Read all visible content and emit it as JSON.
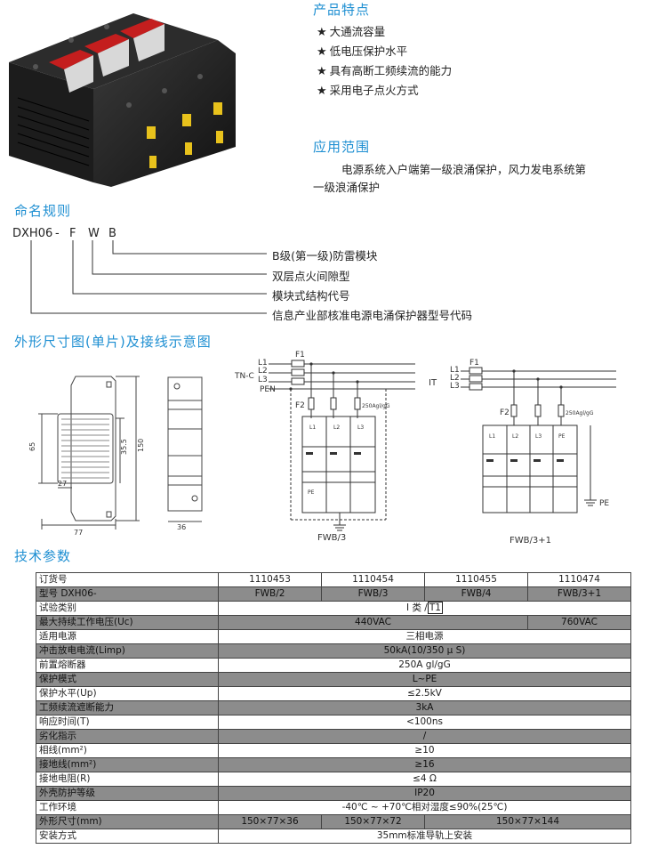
{
  "features": {
    "title": "产品特点",
    "star": "★",
    "items": [
      "大通流容量",
      "低电压保护水平",
      "具有高断工频续流的能力",
      "采用电子点火方式"
    ]
  },
  "application": {
    "title": "应用范围",
    "line1": "电源系统入户端第一级浪涌保护，风力发电系统第",
    "line2": "一级浪涌保护"
  },
  "naming": {
    "title": "命名规则",
    "code": {
      "base": "DXH06",
      "dash": "-",
      "f": "F",
      "w": "W",
      "b": "B"
    },
    "items": [
      "B级(第一级)防雷模块",
      "双层点火间隙型",
      "模块式结构代号",
      "信息产业部核准电源电涌保护器型号代码"
    ]
  },
  "drawing": {
    "title": "外形尺寸图(单片)及接线示意图",
    "dims": {
      "d65": "65",
      "d355": "35.5",
      "d150": "150",
      "d27": "27",
      "d77": "77",
      "d36": "36"
    },
    "diag1": {
      "f1": "F1",
      "system": "TN-C",
      "l1": "L1",
      "l2": "L2",
      "l3": "L3",
      "pen": "PEN",
      "f2": "F2",
      "fuse": "250Agl/gG",
      "m1": "L1",
      "m2": "L2",
      "m3": "L3",
      "pe": "PE",
      "caption": "FWB/3"
    },
    "diag2": {
      "f1": "F1",
      "system": "IT",
      "l1": "L1",
      "l2": "L2",
      "l3": "L3",
      "f2": "F2",
      "fuse": "250Agl/gG",
      "m1": "L1",
      "m2": "L2",
      "m3": "L3",
      "m4": "PE",
      "pe": "PE",
      "caption": "FWB/3+1"
    }
  },
  "spec": {
    "title": "技术参数",
    "order": {
      "label": "订货号",
      "v": [
        "1110453",
        "1110454",
        "1110455",
        "1110474"
      ]
    },
    "model": {
      "label": "型号   DXH06-",
      "v": [
        "FWB/2",
        "FWB/3",
        "FWB/4",
        "FWB/3+1"
      ]
    },
    "test": {
      "label": "试验类别",
      "pre": "Ⅰ 类 /",
      "box": "T1"
    },
    "uc": {
      "label": "最大持续工作电压(Uc)",
      "v1": "440VAC",
      "v2": "760VAC"
    },
    "power": {
      "label": "适用电源",
      "v": "三相电源"
    },
    "imp": {
      "label": "冲击放电电流(Limp)",
      "v": "50kA(10/350 μ S)"
    },
    "fuse": {
      "label": "前置熔断器",
      "v": "250A gl/gG"
    },
    "mode": {
      "label": "保护模式",
      "v": "L~PE"
    },
    "up": {
      "label": "保护水平(Up)",
      "v": "≤2.5kV"
    },
    "follow": {
      "label": "工频续流遮断能力",
      "v": "3kA"
    },
    "resp": {
      "label": "响应时间(T)",
      "v": "<100ns"
    },
    "deg": {
      "label": "劣化指示",
      "v": "/"
    },
    "phase": {
      "label": "相线(mm²)",
      "v": "≥10"
    },
    "ground": {
      "label": "接地线(mm²)",
      "v": "≥16"
    },
    "gres": {
      "label": "接地电阻(R)",
      "v": "≤4 Ω"
    },
    "ip": {
      "label": "外壳防护等级",
      "v": "IP20"
    },
    "env": {
      "label": "工作环境",
      "v": "-40℃ ~ +70℃相对湿度≤90%(25℃)"
    },
    "size": {
      "label": "外形尺寸(mm)",
      "v1": "150×77×36",
      "v2": "150×77×72",
      "v3": "150×77×144"
    },
    "install": {
      "label": "安装方式",
      "v": "35mm标准导轨上安装"
    }
  }
}
